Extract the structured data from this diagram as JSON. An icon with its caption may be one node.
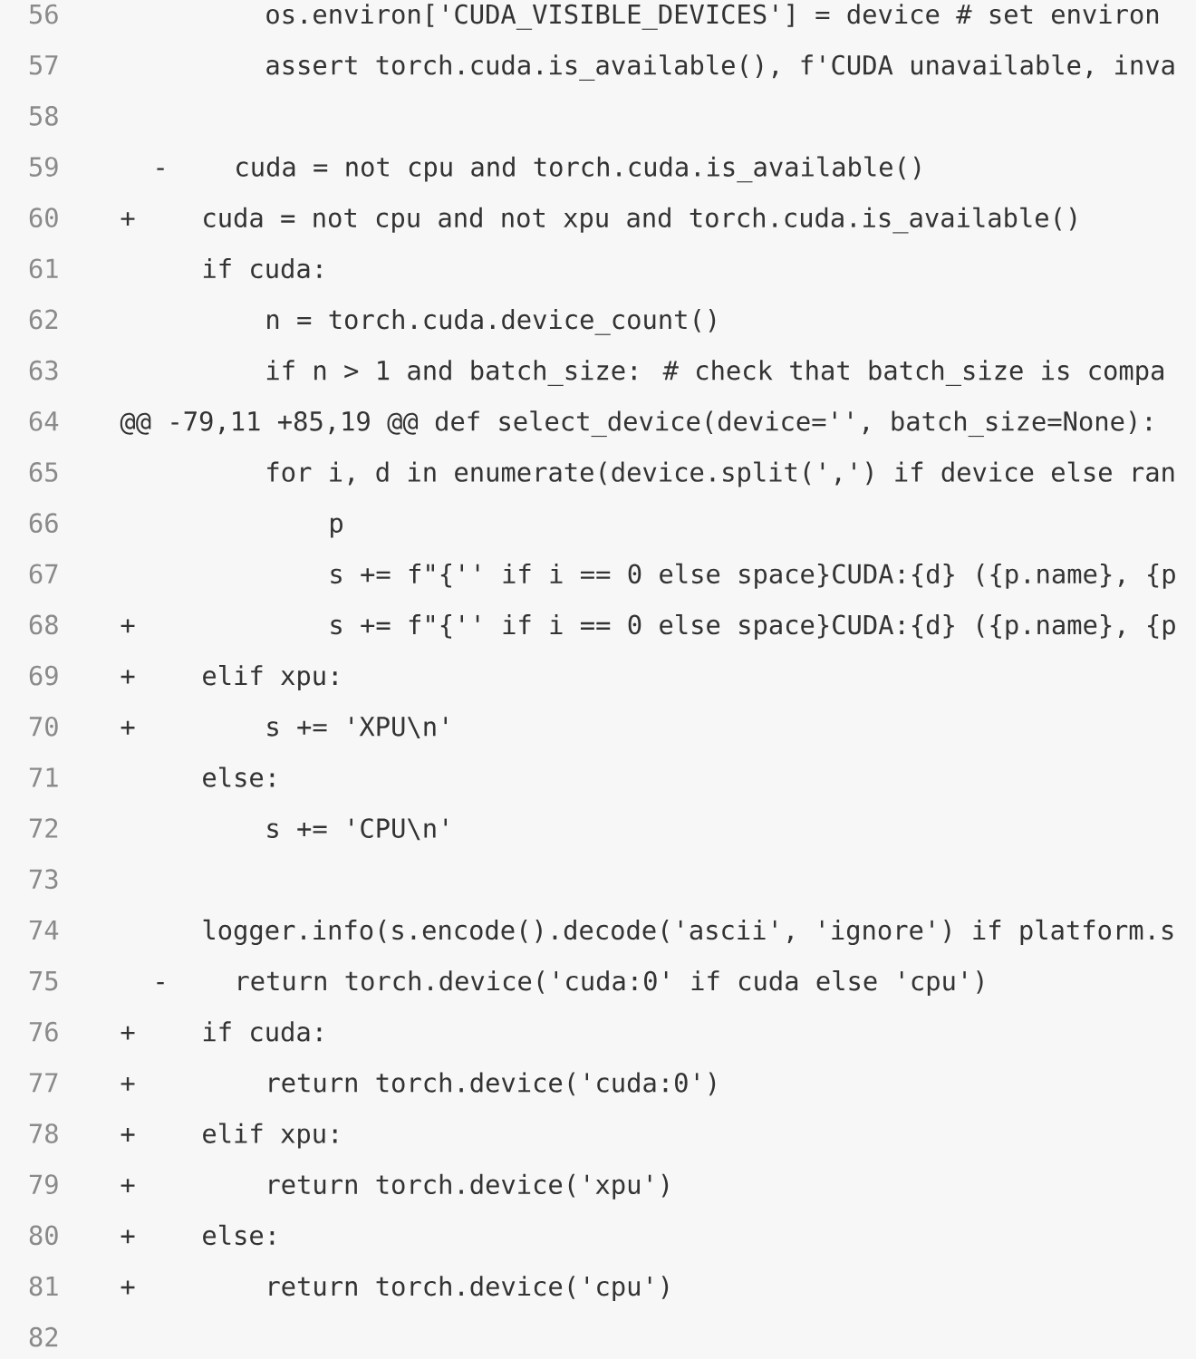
{
  "diagram": {
    "labels": [
      "56",
      "os.environ['CUDA_VISIBLE_DEVICES'] = device  # set environ",
      "57",
      "assert torch.cuda.is_available(), f'CUDA unavailable, inva",
      "58",
      "59",
      "-",
      "cuda = not cpu and torch.cuda.is_available()",
      "60",
      "+",
      "cuda = not cpu and not xpu and torch.cuda.is_available()",
      "61",
      "if cuda:",
      "62",
      "n = torch.cuda.device_count()",
      "63",
      "if n > 1 and batch_size:  # check that batch_size is compa",
      "64",
      "@@ -79,11 +85,19 @@ def select_device(device='', batch_size=None):",
      "65",
      "for i, d in enumerate(device.split(',') if device else ran",
      "66",
      "p",
      "67",
      "s += f\"{'' if i == 0 else space}CUDA:{d} ({p.name}, {p",
      "68",
      "+",
      "s += f\"{'' if i == 0 else space}CUDA:{d} ({p.name}, {p",
      "69",
      "+",
      "elif xpu:",
      "70",
      "+",
      "s += 'XPU\\n'",
      "71",
      "else:",
      "72",
      "s += 'CPU\\n'",
      "73",
      "74",
      "logger.info(s.encode().decode('ascii', 'ignore') if platform.s",
      "75",
      "-",
      "return torch.device('cuda:0' if cuda else 'cpu')",
      "76",
      "+",
      "if cuda:",
      "77",
      "+",
      "return torch.device('cuda:0')",
      "78",
      "+",
      "elif xpu:",
      "79",
      "+",
      "return torch.device('xpu')",
      "80",
      "+",
      "else:",
      "81",
      "+",
      "return torch.device('cpu')",
      "82"
    ]
  }
}
